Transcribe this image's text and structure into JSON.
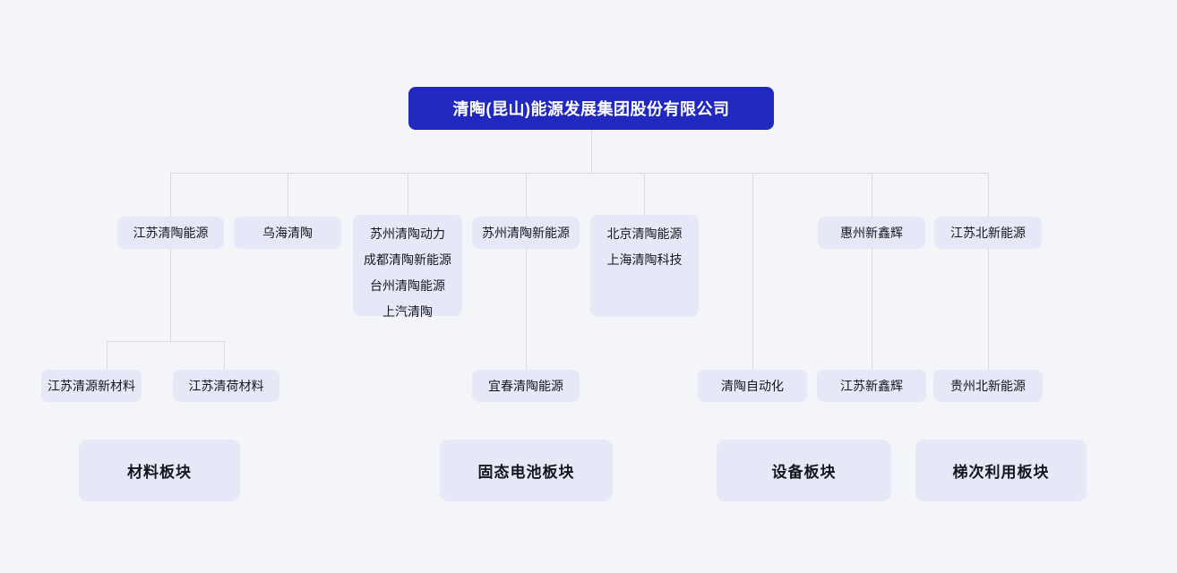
{
  "colors": {
    "background": "#f3f5f8",
    "root_fill": "#2128bd",
    "root_text": "#ffffff",
    "node_fill": "#e6e8f7",
    "node_text": "#15171d",
    "connector": "#d9dbe0"
  },
  "org": {
    "root": {
      "label": "清陶(昆山)能源发展集团股份有限公司"
    },
    "level2": {
      "jiangsu_qingtao_energy": "江苏清陶能源",
      "wuhai_qingtao": "乌海清陶",
      "suzhou_power_group": {
        "lines": [
          "苏州清陶动力",
          "成都清陶新能源",
          "台州清陶能源",
          "上汽清陶"
        ]
      },
      "suzhou_qingtao_new_energy": "苏州清陶新能源",
      "beijing_shanghai_group": {
        "lines": [
          "北京清陶能源",
          "上海清陶科技"
        ]
      },
      "huizhou_xinxinhui": "惠州新鑫辉",
      "jiangsu_beixin_energy": "江苏北新能源"
    },
    "level3": {
      "jiangsu_qingyuan_materials": "江苏清源新材料",
      "jiangsu_qinghe_materials": "江苏清荷材料",
      "yichun_qingtao_energy": "宜春清陶能源",
      "qingtao_automation": "清陶自动化",
      "jiangsu_xinxinhui": "江苏新鑫辉",
      "guizhou_beixin_energy": "贵州北新能源"
    },
    "groups": {
      "materials": "材料板块",
      "solid_state_battery": "固态电池板块",
      "equipment": "设备板块",
      "cascade_reuse": "梯次利用板块"
    }
  }
}
